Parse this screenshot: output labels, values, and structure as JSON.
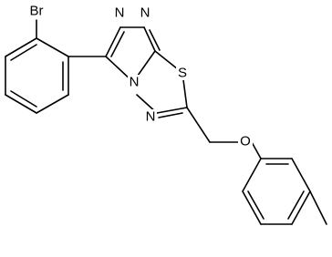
{
  "atoms": {
    "br": "Br",
    "n1": "N",
    "n2": "N",
    "n4": "N",
    "n5": "N",
    "s": "S",
    "o": "O"
  }
}
